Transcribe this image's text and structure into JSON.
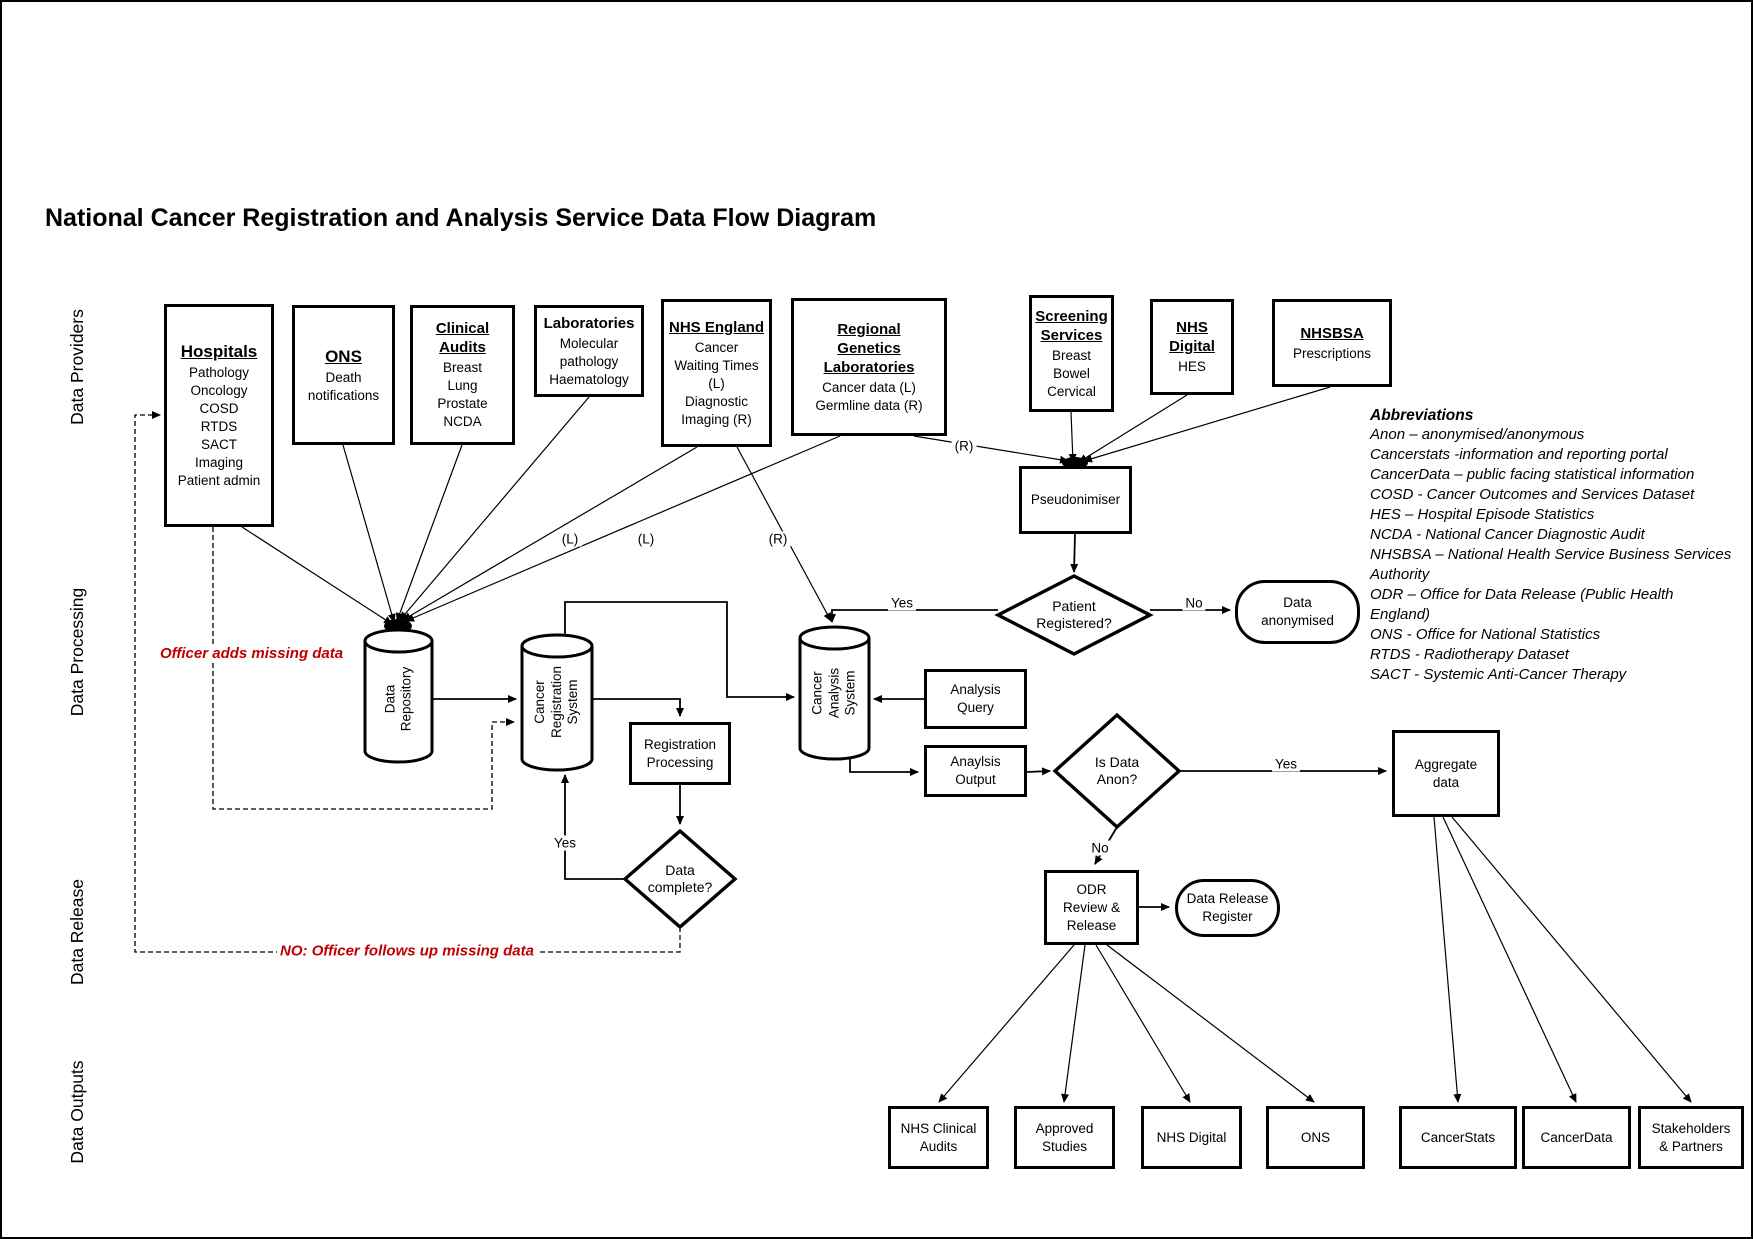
{
  "title": "National Cancer Registration and Analysis Service Data Flow Diagram",
  "lanes": {
    "providers": "Data Providers",
    "processing": "Data Processing",
    "release": "Data Release",
    "outputs": "Data Outputs"
  },
  "providers": [
    {
      "heading": [
        "Hospitals"
      ],
      "body": [
        "Pathology",
        "Oncology",
        "COSD",
        "RTDS",
        "SACT",
        "Imaging",
        "Patient admin"
      ]
    },
    {
      "heading": [
        "ONS"
      ],
      "body": [
        "Death",
        "notifications"
      ]
    },
    {
      "heading": [
        "Clinical",
        "Audits"
      ],
      "body": [
        "Breast",
        "Lung",
        "Prostate",
        "NCDA"
      ]
    },
    {
      "heading": [
        "Laboratories"
      ],
      "body": [
        "Molecular",
        "pathology",
        "Haematology"
      ]
    },
    {
      "heading": [
        "NHS England"
      ],
      "body": [
        "Cancer",
        "Waiting Times",
        "(L)",
        "Diagnostic",
        "Imaging (R)"
      ]
    },
    {
      "heading": [
        "Regional",
        "Genetics",
        "Laboratories"
      ],
      "body": [
        "Cancer data (L)",
        "Germline data (R)"
      ]
    },
    {
      "heading": [
        "Screening",
        "Services"
      ],
      "body": [
        "Breast",
        "Bowel",
        "Cervical"
      ]
    },
    {
      "heading": [
        "NHS",
        "Digital"
      ],
      "body": [
        "HES"
      ]
    },
    {
      "heading": [
        "NHSBSA"
      ],
      "body": [
        "Prescriptions"
      ]
    }
  ],
  "process": {
    "pseudonimiser": [
      "Pseudonimiser"
    ],
    "patient_registered": [
      "Patient",
      "Registered?"
    ],
    "data_anonymised": [
      "Data",
      "anonymised"
    ],
    "data_repository": [
      "Data",
      "Repository"
    ],
    "cancer_registration_system": [
      "Cancer",
      "Registration",
      "System"
    ],
    "registration_processing": [
      "Registration",
      "Processing"
    ],
    "cancer_analysis_system": [
      "Cancer",
      "Analysis",
      "System"
    ],
    "analysis_query": [
      "Analysis",
      "Query"
    ],
    "analysis_output": [
      "Anaylsis",
      "Output"
    ],
    "is_data_anon": [
      "Is Data",
      "Anon?"
    ],
    "aggregate_data": [
      "Aggregate",
      "data"
    ],
    "data_complete": [
      "Data",
      "complete?"
    ],
    "odr_review": [
      "ODR",
      "Review &",
      "Release"
    ],
    "data_release_register": [
      "Data Release",
      "Register"
    ]
  },
  "outputs": [
    [
      "NHS Clinical",
      "Audits"
    ],
    [
      "Approved",
      "Studies"
    ],
    [
      "NHS Digital"
    ],
    [
      "ONS"
    ],
    [
      "CancerStats"
    ],
    [
      "CancerData"
    ],
    [
      "Stakeholders",
      "& Partners"
    ]
  ],
  "edge_labels": {
    "nhs_england_l": "(L)",
    "reg_gen_l": "(L)",
    "nhs_england_r": "(R)",
    "reg_gen_r": "(R)",
    "patient_yes": "Yes",
    "patient_no": "No",
    "anon_yes": "Yes",
    "anon_no": "No",
    "complete_yes": "Yes"
  },
  "notes": {
    "adds": "Officer adds missing data",
    "follow_up": "NO: Officer follows up missing data",
    "color": "#c00000"
  },
  "abbreviations": {
    "heading": "Abbreviations",
    "items": [
      "Anon – anonymised/anonymous",
      "Cancerstats -information and reporting portal",
      "CancerData – public facing statistical information",
      "COSD - Cancer Outcomes and Services Dataset",
      "HES – Hospital Episode Statistics",
      "NCDA - National Cancer Diagnostic Audit",
      "NHSBSA – National Health Service Business Services",
      "Authority",
      "ODR – Office for Data Release (Public Health",
      "England)",
      "ONS - Office for National Statistics",
      "RTDS -  Radiotherapy Dataset",
      "SACT - Systemic Anti-Cancer Therapy"
    ]
  }
}
